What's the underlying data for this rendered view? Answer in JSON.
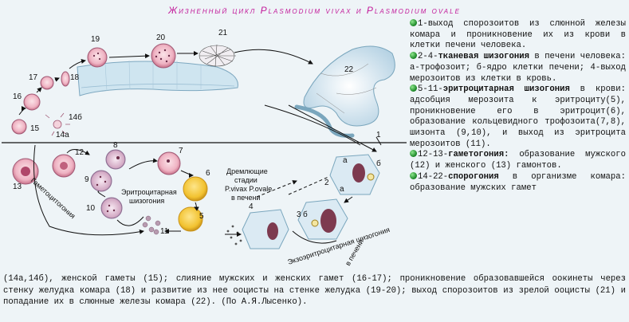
{
  "title": "Жизненный цикл Plasmodium vivax и Plasmodium ovale",
  "figure": {
    "numbers": {
      "n1": "1",
      "n2": "2",
      "n3": "3",
      "n4": "4",
      "n5": "5",
      "n6": "6",
      "n7": "7",
      "n8": "8",
      "n9": "9",
      "n10": "10",
      "n11": "11",
      "n12": "12",
      "n13": "13",
      "n14a": "14а",
      "n14b": "14б",
      "n15": "15",
      "n16": "16",
      "n17": "17",
      "n18": "18",
      "n19": "19",
      "n20": "20",
      "n21": "21",
      "n22": "22",
      "a2": "а",
      "b2": "б",
      "a3": "а",
      "b3": "б"
    },
    "labels": {
      "dormant_1": "Дремлющие",
      "dormant_2": "стадии",
      "dormant_3": "P.vivax  P.ovale",
      "dormant_4": "в печени",
      "erythro_1": "Эритроцитарная",
      "erythro_2": "шизогония",
      "gameto": "Гаметоцитогония",
      "exo_1": "Экзоэритроцитарная шизогония",
      "exo_2": "в печени"
    }
  },
  "items": [
    {
      "prefix": "1-выход спорозоитов из слюнной железы комара и проникновение их из крови в клетки печени человека.",
      "bold": "",
      "suffix": ""
    },
    {
      "prefix": "2-4-",
      "bold": "тканевая шизогония",
      "suffix": " в печени человека: а-трофозоит; б-ядро клетки печени; 4-выход мерозоитов из клетки в кровь."
    },
    {
      "prefix": "5-11-",
      "bold": "эритроцитарная шизогония",
      "suffix": " в крови: адсобция мерозоита к эритроциту(5), проникновение его в эритроцит(6), образование кольцевидного трофозоита(7,8), шизонта (9,10), и выход из эритроцита мерозоитов (11)."
    },
    {
      "prefix": "12-13-",
      "bold": "гаметогония:",
      "suffix": " образование мужского (12) и женского (13) гамонтов."
    },
    {
      "prefix": "14-22-",
      "bold": "спорогония",
      "suffix": " в организме комара: образование мужских гамет"
    }
  ],
  "bottom_text": "(14а,14б), женской гаметы (15); слияние мужских и женских гамет (16-17); проникновение образовавшейся оокинеты через стенку желудка комара (18) и развитие из нее ооцисты на стенке желудка (19-20); выход спорозоитов из зрелой ооцисты (21) и попадание их в слюнные железы комара (22). (По А.Я.Лысенко).",
  "colors": {
    "title": "#c21a9a",
    "background": "#eef4f7",
    "bullet": "#1f8a2a",
    "cell_yellow": "#f2c230",
    "cell_pink": "#e9a1b4"
  }
}
